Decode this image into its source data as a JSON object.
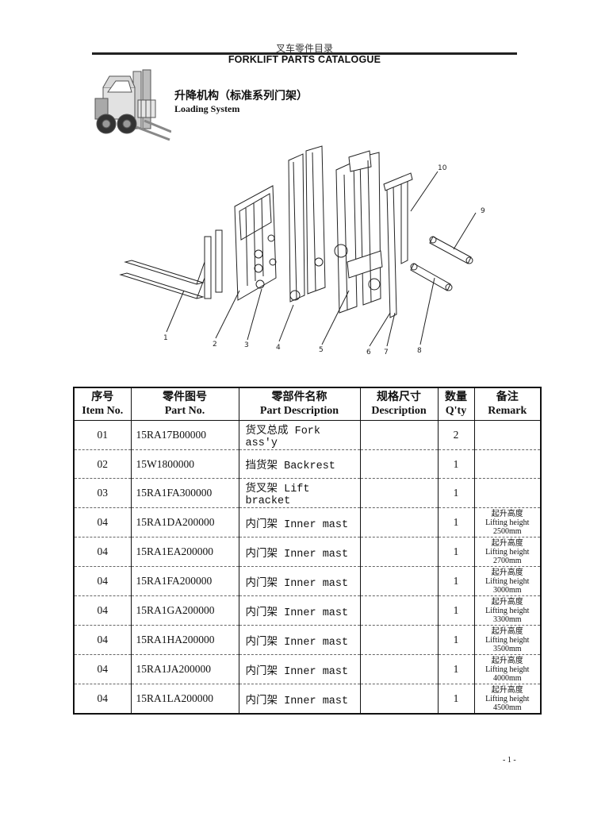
{
  "header": {
    "title_cn": "叉车零件目录",
    "title_en": "FORKLIFT PARTS CATALOGUE"
  },
  "section": {
    "title_cn": "升降机构（标准系列门架）",
    "title_en": "Loading System"
  },
  "diagram": {
    "callouts": [
      "1",
      "2",
      "3",
      "4",
      "5",
      "6",
      "7",
      "8",
      "9",
      "10"
    ]
  },
  "table": {
    "headers": [
      {
        "cn": "序号",
        "en": "Item No."
      },
      {
        "cn": "零件图号",
        "en": "Part No."
      },
      {
        "cn": "零部件名称",
        "en": "Part Description"
      },
      {
        "cn": "规格尺寸",
        "en": "Description"
      },
      {
        "cn": "数量",
        "en": "Q'ty"
      },
      {
        "cn": "备注",
        "en": "Remark"
      }
    ],
    "rows": [
      {
        "item": "01",
        "part_no": "15RA17B00000",
        "desc": "货叉总成 Fork ass'y",
        "spec": "",
        "qty": "2",
        "remark": [
          "",
          "",
          ""
        ]
      },
      {
        "item": "02",
        "part_no": "15W1800000",
        "desc": "挡货架 Backrest",
        "spec": "",
        "qty": "1",
        "remark": [
          "",
          "",
          ""
        ]
      },
      {
        "item": "03",
        "part_no": "15RA1FA300000",
        "desc": "货叉架 Lift bracket",
        "spec": "",
        "qty": "1",
        "remark": [
          "",
          "",
          ""
        ]
      },
      {
        "item": "04",
        "part_no": "15RA1DA200000",
        "desc": "内门架 Inner mast",
        "spec": "",
        "qty": "1",
        "remark": [
          "起升高度",
          "Lifting height",
          "2500mm"
        ]
      },
      {
        "item": "04",
        "part_no": "15RA1EA200000",
        "desc": "内门架 Inner mast",
        "spec": "",
        "qty": "1",
        "remark": [
          "起升高度",
          "Lifting height",
          "2700mm"
        ]
      },
      {
        "item": "04",
        "part_no": "15RA1FA200000",
        "desc": "内门架 Inner mast",
        "spec": "",
        "qty": "1",
        "remark": [
          "起升高度",
          "Lifting height",
          "3000mm"
        ]
      },
      {
        "item": "04",
        "part_no": "15RA1GA200000",
        "desc": "内门架 Inner mast",
        "spec": "",
        "qty": "1",
        "remark": [
          "起升高度",
          "Lifting height",
          "3300mm"
        ]
      },
      {
        "item": "04",
        "part_no": "15RA1HA200000",
        "desc": "内门架 Inner mast",
        "spec": "",
        "qty": "1",
        "remark": [
          "起升高度",
          "Lifting height",
          "3500mm"
        ]
      },
      {
        "item": "04",
        "part_no": "15RA1JA200000",
        "desc": "内门架 Inner mast",
        "spec": "",
        "qty": "1",
        "remark": [
          "起升高度",
          "Lifting height",
          "4000mm"
        ]
      },
      {
        "item": "04",
        "part_no": "15RA1LA200000",
        "desc": "内门架 Inner mast",
        "spec": "",
        "qty": "1",
        "remark": [
          "起升高度",
          "Lifting height",
          "4500mm"
        ]
      }
    ]
  },
  "footer": {
    "page_number": "- 1 -"
  }
}
